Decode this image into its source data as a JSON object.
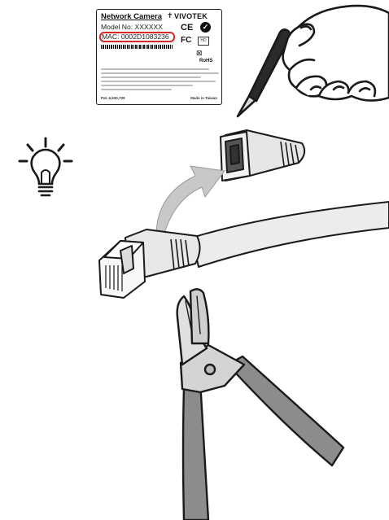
{
  "label": {
    "product": "Network Camera",
    "brand": "VIVOTEK",
    "model": "Model No: XXXXXX",
    "mac": "MAC: 0002D1083236",
    "ce_mark": "CE",
    "fcc_mark": "FC",
    "rohs": "RoHS",
    "patent": "Pat. 6,930,709",
    "made_in": "Made in Taiwan"
  },
  "colors": {
    "outline": "#1a1a1a",
    "highlight": "#d52a2a",
    "plastic_light": "#e6e6e6",
    "handle_gray": "#8c8c8c",
    "metal": "#cfcfcf"
  },
  "icons": [
    "hand-with-knife-icon",
    "lightbulb-icon",
    "rubber-boot-icon",
    "arrow-icon",
    "rj45-cable-icon",
    "wire-cutter-icon"
  ]
}
